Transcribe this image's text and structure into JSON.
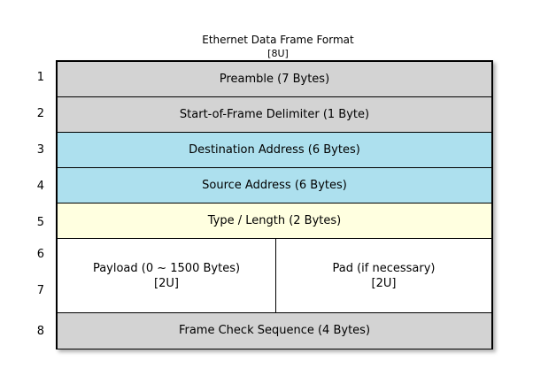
{
  "diagram": {
    "title": "Ethernet Data Frame Format",
    "subtitle": "[8U]",
    "colors": {
      "gray": "#d3d3d3",
      "blue": "#ade0ee",
      "yellow": "#ffffe0",
      "white": "#ffffff",
      "border": "#000000",
      "background": "#ffffff"
    },
    "row_numbers": [
      "1",
      "2",
      "3",
      "4",
      "5",
      "6",
      "7",
      "8"
    ],
    "rows": [
      {
        "number": "1",
        "label": "Preamble (7 Bytes)",
        "fill": "gray"
      },
      {
        "number": "2",
        "label": "Start-of-Frame Delimiter (1 Byte)",
        "fill": "gray"
      },
      {
        "number": "3",
        "label": "Destination Address (6 Bytes)",
        "fill": "blue"
      },
      {
        "number": "4",
        "label": "Source Address (6 Bytes)",
        "fill": "blue"
      },
      {
        "number": "5",
        "label": "Type / Length (2 Bytes)",
        "fill": "yellow"
      },
      {
        "number": "6-7",
        "fill": "white",
        "split": true,
        "cells": [
          {
            "label": "Payload (0 ~ 1500 Bytes)",
            "tag": "[2U]"
          },
          {
            "label": "Pad (if necessary)",
            "tag": "[2U]"
          }
        ]
      },
      {
        "number": "8",
        "label": "Frame Check Sequence (4 Bytes)",
        "fill": "gray"
      }
    ]
  }
}
